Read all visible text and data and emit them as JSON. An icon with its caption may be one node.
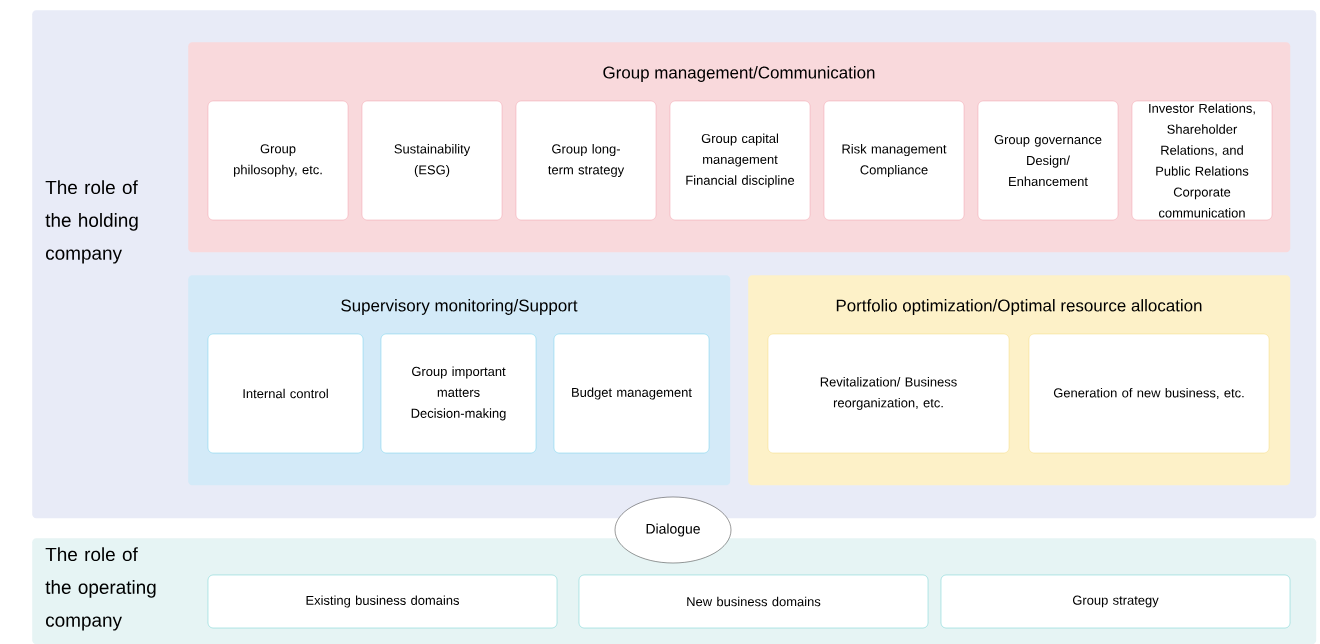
{
  "diagram": {
    "nodes": [
      {
        "text": [
          "The role of the holding company"
        ]
      },
      {
        "text": [
          "Group management/Communication"
        ],
        "in": 0
      },
      {
        "text": [
          "Group philosophy, etc."
        ],
        "in": 1
      },
      {
        "text": [
          "Sustainability (ESG)"
        ],
        "in": 1
      },
      {
        "text": [
          "Group long-term strategy"
        ],
        "in": 1
      },
      {
        "text": [
          "Group capital management Financial discipline"
        ],
        "in": 1
      },
      {
        "text": [
          "Risk management Compliance"
        ],
        "in": 1
      },
      {
        "text": [
          "Group governance Design/ Enhancement"
        ],
        "in": 1
      },
      {
        "text": [
          "Investor Relations, Shareholder Relations, and Public Relations Corporate communication"
        ],
        "in": 1
      },
      {
        "text": [
          "Supervisory monitoring/Support"
        ],
        "in": 0
      },
      {
        "text": [
          "Internal control"
        ],
        "in": 9
      },
      {
        "text": [
          "Group important matters Decision-making"
        ],
        "in": 9
      },
      {
        "text": [
          "Budget management"
        ],
        "in": 9
      },
      {
        "text": [
          "Portfolio optimization/Optimal resource allocation"
        ],
        "in": 0
      },
      {
        "text": [
          "Revitalization/ Business reorganization, etc."
        ],
        "in": 13
      },
      {
        "text": [
          "Generation of new business, etc."
        ],
        "in": 13
      },
      {
        "text": [
          "Dialogue"
        ]
      },
      {
        "text": [
          "The role of the operating company"
        ]
      },
      {
        "text": [
          "Existing business domains"
        ],
        "in": 17
      },
      {
        "text": [
          "New business domains"
        ],
        "in": 17
      },
      {
        "text": [
          "Group strategy"
        ],
        "in": 17
      }
    ],
    "edges": []
  }
}
